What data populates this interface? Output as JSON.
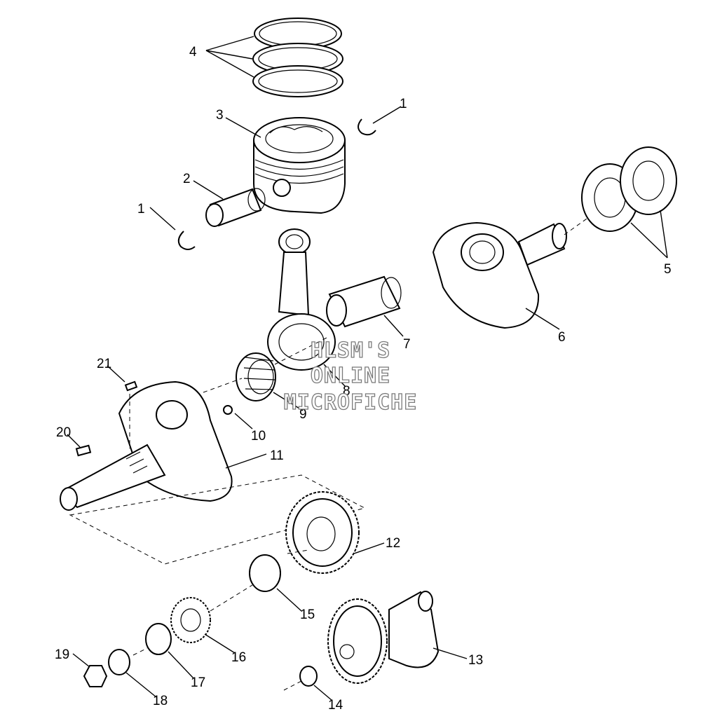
{
  "labels": {
    "l1a": "1",
    "l1b": "1",
    "l2": "2",
    "l3": "3",
    "l4": "4",
    "l5": "5",
    "l6": "6",
    "l7": "7",
    "l8": "8",
    "l9": "9",
    "l10": "10",
    "l11": "11",
    "l12": "12",
    "l13": "13",
    "l14": "14",
    "l15": "15",
    "l16": "16",
    "l17": "17",
    "l18": "18",
    "l19": "19",
    "l20": "20",
    "l21": "21"
  },
  "watermark": {
    "line1": "HLSM'S",
    "line2": "ONLINE",
    "line3": "MICROFICHE"
  }
}
